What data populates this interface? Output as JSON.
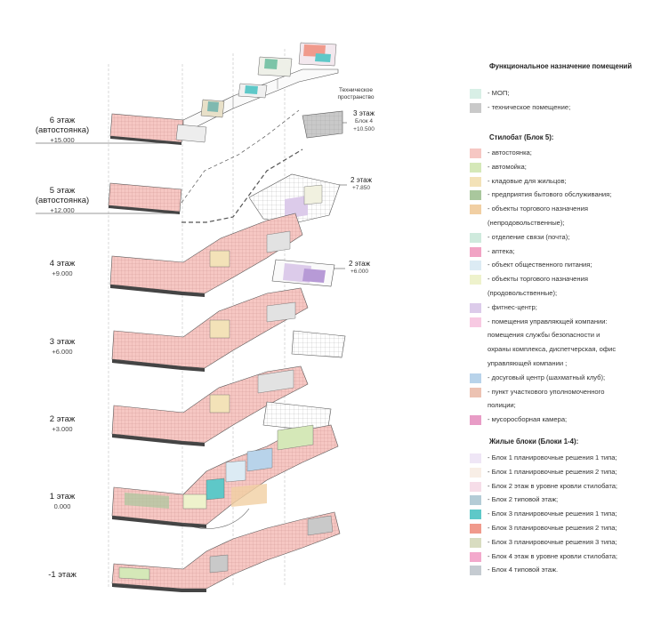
{
  "levels": [
    {
      "name": "6 этаж\n(автостоянка)",
      "elev": "+15.000"
    },
    {
      "name": "5 этаж\n(автостоянка)",
      "elev": "+12.000"
    },
    {
      "name": "4 этаж",
      "elev": "+9.000"
    },
    {
      "name": "3 этаж",
      "elev": "+6.000"
    },
    {
      "name": "2 этаж",
      "elev": "+3.000"
    },
    {
      "name": "1 этаж",
      "elev": "0.000"
    },
    {
      "name": "-1 этаж",
      "elev": ""
    }
  ],
  "sublevels": [
    {
      "name": "3 этаж",
      "block": "Блок 4",
      "elev": "+10.500"
    },
    {
      "name": "2 этаж",
      "block": "",
      "elev": "+7.850"
    },
    {
      "name": "2 этаж",
      "block": "",
      "elev": "+6.000"
    }
  ],
  "tech_note": "Техническое\nпространство",
  "legend": {
    "title_main": "Функциональное назначение помещений",
    "main_items": [
      {
        "label": "- МОП;",
        "color": "#d8efe6"
      },
      {
        "label": "- техническое помещение;",
        "color": "#c9c9c9"
      }
    ],
    "title_stylobate": "Стилобат (Блок 5):",
    "stylobate_items": [
      {
        "label": "- автостоянка;",
        "color": "#f6c7c3"
      },
      {
        "label": "- автомойка;",
        "color": "#d5e8b8"
      },
      {
        "label": "- кладовые для жильцов;",
        "color": "#f3e2b8"
      },
      {
        "label": "- предприятия бытового обслуживания;",
        "color": "#a9c79d"
      },
      {
        "label": "- объекты торгового назначения",
        "color": "#f1cfa3"
      },
      {
        "label": "(непродовольственные);",
        "color": ""
      },
      {
        "label": "- отделение связи (почта);",
        "color": "#cfeadd"
      },
      {
        "label": "- аптека;",
        "color": "#f1a3c4"
      },
      {
        "label": "- объект общественного питания;",
        "color": "#dcebf4"
      },
      {
        "label": "- объекты торгового назначения",
        "color": "#eef2cc"
      },
      {
        "label": "(продовольственные);",
        "color": ""
      },
      {
        "label": "- фитнес-центр;",
        "color": "#dccbea"
      },
      {
        "label": "- помещения управляющей компании:",
        "color": "#f7c9e2"
      },
      {
        "label": "помещения службы безопасности и",
        "color": ""
      },
      {
        "label": "охраны комплекса, диспетчерская, офис",
        "color": ""
      },
      {
        "label": "управляющей компании ;",
        "color": ""
      },
      {
        "label": "- досуговый центр (шахматный клуб);",
        "color": "#b8d3ea"
      },
      {
        "label": "- пункт участкового уполномоченного",
        "color": "#ecc2b2"
      },
      {
        "label": "полиции;",
        "color": ""
      },
      {
        "label": "- мусоросборная камера;",
        "color": "#e89cc6"
      }
    ],
    "title_residential": "Жилые блоки (Блоки 1-4):",
    "residential_items": [
      {
        "label": "- Блок 1 планировочные решения 1 типа;",
        "color": "#efe6f6"
      },
      {
        "label": "- Блок 1 планировочные решения 2 типа;",
        "color": "#f8eee6"
      },
      {
        "label": "- Блок 2 этаж в уровне кровли стилобата;",
        "color": "#f6dde8"
      },
      {
        "label": "- Блок 2 типовой этаж;",
        "color": "#b4ccd6"
      },
      {
        "label": "- Блок 3 планировочные решения 1 типа;",
        "color": "#5ec8c8"
      },
      {
        "label": "- Блок 3 планировочные решения 2 типа;",
        "color": "#f09a8c"
      },
      {
        "label": "- Блок 3 планировочные решения 3 типа;",
        "color": "#d8dcc0"
      },
      {
        "label": "- Блок 4 этаж в уровне кровли стилобата;",
        "color": "#f3a9cc"
      },
      {
        "label": "- Блок 4 типовой этаж.",
        "color": "#c5cbd1"
      }
    ]
  }
}
